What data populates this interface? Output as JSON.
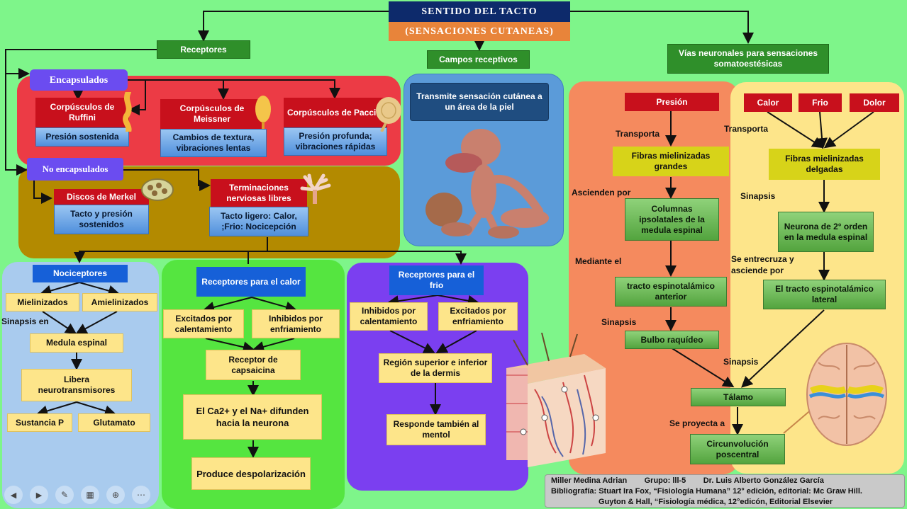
{
  "title": {
    "main": "SENTIDO DEL TACTO",
    "subtitle": "(SENSACIONES CUTANEAS)"
  },
  "receptores": {
    "header": "Receptores",
    "encapsulados": "Encapsulados",
    "no_encapsulados": "No encapsulados",
    "ruffini": {
      "name": "Corpúsculos de Ruffini",
      "desc": "Presión sostenida"
    },
    "meissner": {
      "name": "Corpúsculos de Meissner",
      "desc": "Cambios de textura, vibraciones lentas"
    },
    "paccini": {
      "name": "Corpúsculos de Paccini",
      "desc": "Presión profunda; vibraciones rápidas"
    },
    "merkel": {
      "name": "Discos de Merkel",
      "desc": "Tacto y presión sostenidos"
    },
    "libres": {
      "name": "Terminaciones nerviosas libres",
      "desc": "Tacto ligero: Calor, ;Frio: Nocicepción"
    }
  },
  "campos": {
    "header": "Campos receptivos",
    "desc": "Transmite sensación cutánea a un área de la piel"
  },
  "nociceptores": {
    "header": "Nociceptores",
    "mielinizados": "Mielinizados",
    "amielinizados": "Amielinizados",
    "sinapsis_en": "Sinapsis en",
    "medula": "Medula espinal",
    "libera": "Libera neurotransmisores",
    "sustancia": "Sustancia P",
    "glutamato": "Glutamato"
  },
  "calor": {
    "header": "Receptores para el calor",
    "excitados": "Excitados por calentamiento",
    "inhibidos": "Inhibidos por enfriamiento",
    "capsaicina": "Receptor de capsaicina",
    "ca_na": "El Ca2+ y el Na+ difunden hacia la neurona",
    "produce": "Produce despolarización"
  },
  "frio": {
    "header": "Receptores para el frio",
    "inhibidos": "Inhibidos por calentamiento",
    "excitados": "Excitados por enfriamiento",
    "region": "Región superior e inferior de la dermis",
    "responde": "Responde también al mentol"
  },
  "vias": {
    "header": "Vías neuronales para sensaciones somatoestésicas",
    "presion": "Presión",
    "transporta": "Transporta",
    "fibras_grandes": "Fibras mielinizadas grandes",
    "ascienden": "Ascienden por",
    "columnas": "Columnas ipsolatales de la medula espinal",
    "mediante": "Mediante el",
    "tracto_anterior": "tracto espinotalámico anterior",
    "sinapsis": "Sinapsis",
    "bulbo": "Bulbo raquídeo",
    "calor": "Calor",
    "frio": "Frio",
    "dolor": "Dolor",
    "transporta2": "Transporta",
    "fibras_delgadas": "Fibras mielinizadas delgadas",
    "sinapsis2": "Sinapsis",
    "neurona": "Neurona de 2° orden en la medula espinal",
    "entrecruza": "Se entrecruza y asciende por",
    "tracto_lateral": "El tracto espinotalámico lateral",
    "sinapsis3": "Sinapsis",
    "talamo": "Tálamo",
    "proyecta": "Se proyecta a",
    "circunvolucion": "Circunvolución poscentral"
  },
  "credits": {
    "authors": "Miller Medina Adrian        Grupo: lll-5        Dr. Luis Alberto González García",
    "bib1": "Bibliografía: Stuart Ira Fox, “Fisiología Humana” 12° edición, editorial: Mc Graw Hill.",
    "bib2": "Guyton & Hall, “Fisiología médica, 12°edicón, Editorial Elsevier"
  },
  "colors": {
    "background": "#7ef58a",
    "title_bg": "#0d2a6b",
    "subtitle_bg": "#e8843a"
  }
}
